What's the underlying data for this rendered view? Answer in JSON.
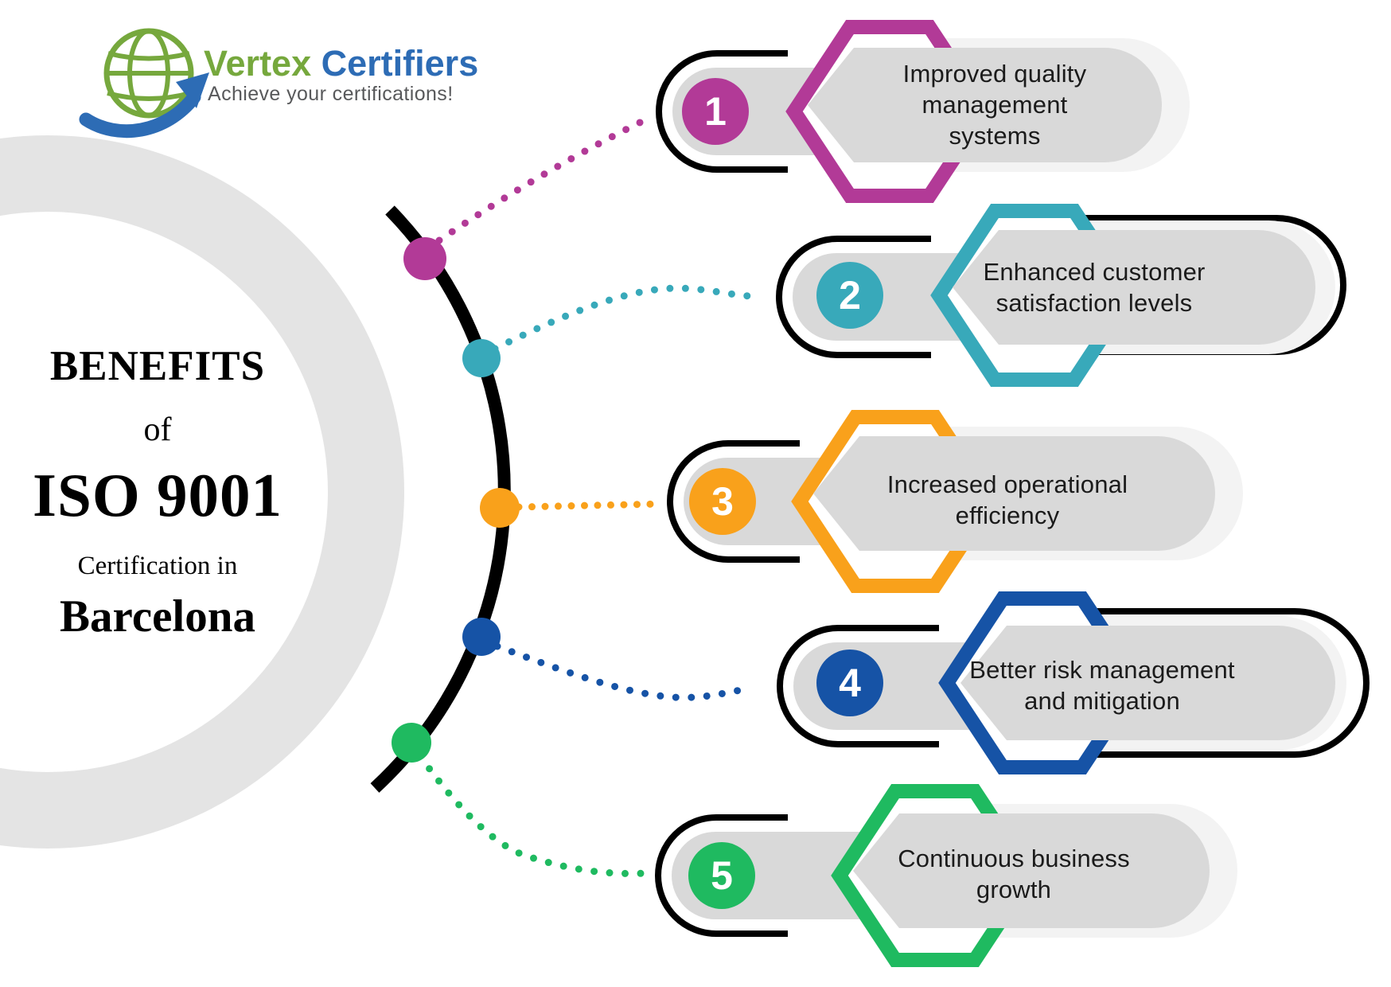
{
  "logo": {
    "brand_primary": "Vertex",
    "brand_secondary": "Certifiers",
    "tagline": "Achieve your certifications!",
    "colors": {
      "primary_green": "#76a83d",
      "secondary_blue": "#2d6cb5",
      "tagline_gray": "#58595b"
    }
  },
  "title": {
    "line1": "BENEFITS",
    "line2": "of",
    "line3": "ISO 9001",
    "line4": "Certification in",
    "line5": "Barcelona"
  },
  "items": [
    {
      "number": "1",
      "color": "#b23a97",
      "label": "Improved quality management systems",
      "label_lines": [
        "Improved quality",
        "management",
        "systems"
      ]
    },
    {
      "number": "2",
      "color": "#38a9ba",
      "label": "Enhanced customer satisfaction levels",
      "label_lines": [
        "Enhanced customer",
        "satisfaction levels"
      ]
    },
    {
      "number": "3",
      "color": "#f9a11b",
      "label": "Increased operational efficiency",
      "label_lines": [
        "Increased operational",
        "efficiency"
      ]
    },
    {
      "number": "4",
      "color": "#1653a6",
      "label": "Better risk management and mitigation",
      "label_lines": [
        "Better risk management",
        "and mitigation"
      ]
    },
    {
      "number": "5",
      "color": "#1fba60",
      "label": "Continuous  business growth",
      "label_lines": [
        "Continuous  business",
        "growth"
      ]
    }
  ],
  "palette": {
    "pill_gray": "#d9d9d9",
    "halo_gray": "#f3f3f3",
    "ring_gray": "#e4e4e4",
    "outline_black": "#000000",
    "text_dark": "#1b1b1b"
  }
}
